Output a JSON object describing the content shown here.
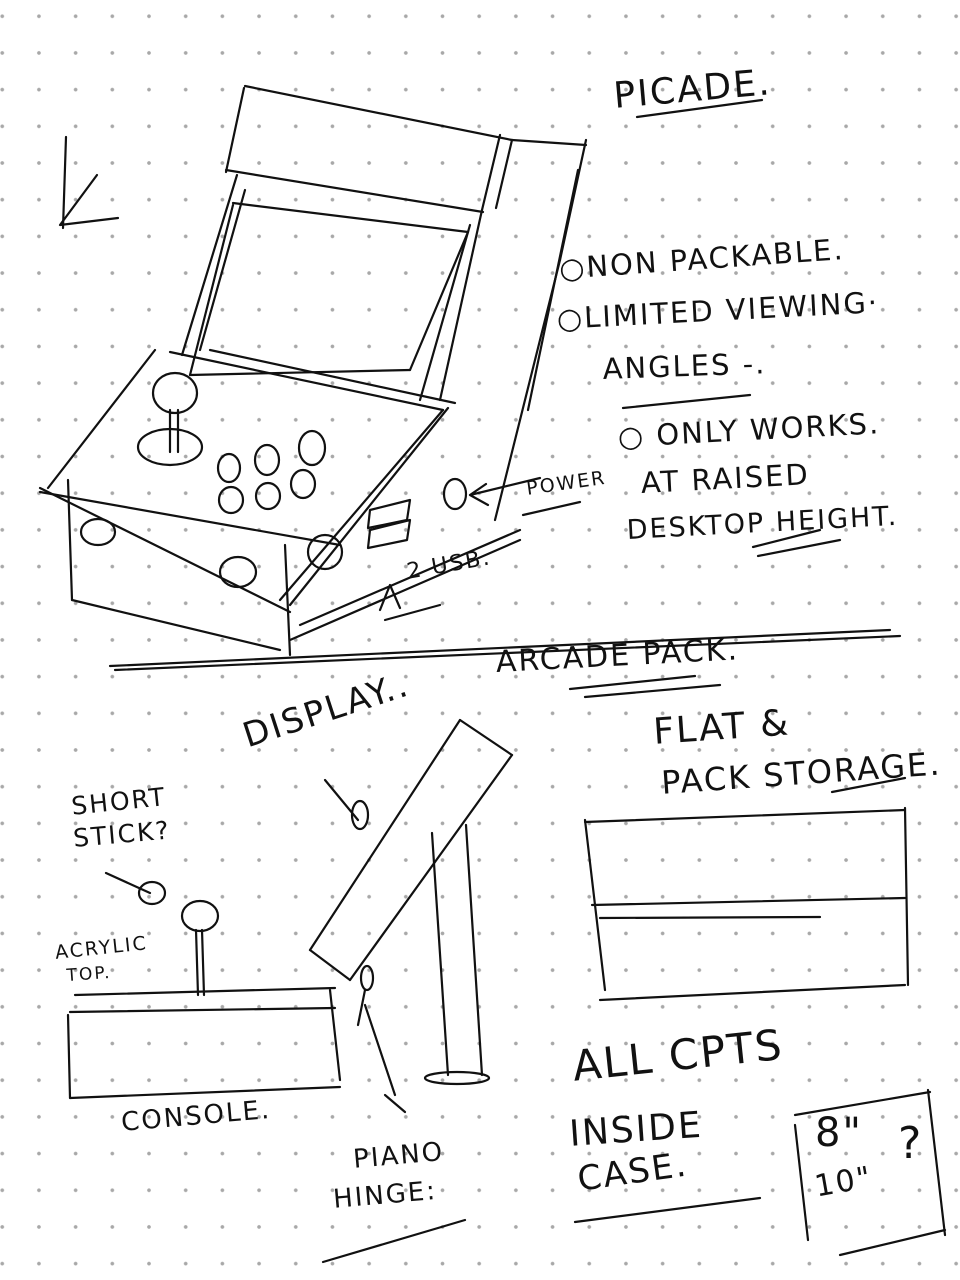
{
  "page": {
    "background": "#ffffff",
    "ink_color": "#111111",
    "grid_dot_color": "#a8a8a8"
  },
  "sketch1": {
    "title": "PICADE.",
    "notes": [
      {
        "bullet": "○",
        "text": "NON PACKABLE."
      },
      {
        "bullet": "○",
        "text": "LIMITED VIEWING ANGLES."
      },
      {
        "bullet": "○",
        "text": "ONLY WORKS AT RAISED DESKTOP HEIGHT."
      }
    ],
    "note_lines": [
      "○NON PACKABLE.",
      "○LIMITED VIEWING·",
      "ANGLES -.",
      "○ ONLY WORKS.",
      "AT RAISED",
      "DESKTOP HEIGHT."
    ],
    "labels": {
      "power": "POWER",
      "usb": "2 USB."
    }
  },
  "sketch2": {
    "title": "ARCADE PACK.",
    "labels": {
      "display": "DISPLAY..",
      "short_stick": [
        "SHORT",
        "STICK?"
      ],
      "acrylic_top": [
        "ACRYLIC",
        "TOP."
      ],
      "console": "CONSOLE.",
      "piano_hinge": [
        "PIANO",
        "HINGE:"
      ],
      "flat_pack": [
        "FLAT &",
        "PACK STORAGE."
      ],
      "all_cpts": [
        "ALL CPTS",
        "INSIDE",
        "CASE."
      ],
      "screen_size_box": [
        "8\"",
        "10\"",
        "?"
      ]
    }
  }
}
